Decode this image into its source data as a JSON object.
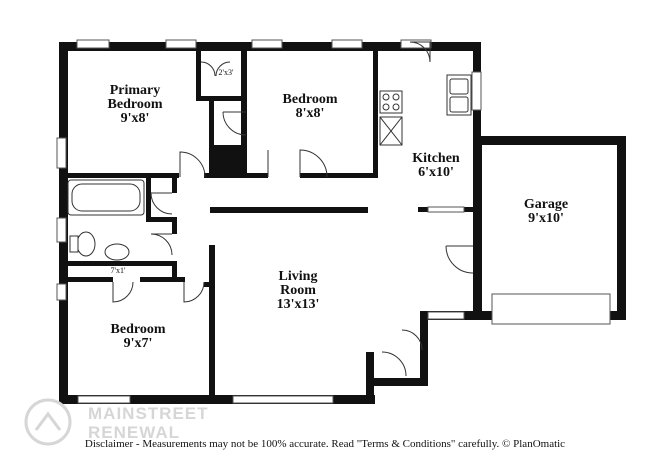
{
  "rooms": {
    "primary_bedroom": {
      "name_line1": "Primary",
      "name_line2": "Bedroom",
      "size": "9'x8'"
    },
    "bedroom_top": {
      "name": "Bedroom",
      "size": "8'x8'"
    },
    "kitchen": {
      "name": "Kitchen",
      "size": "6'x10'"
    },
    "garage": {
      "name": "Garage",
      "size": "9'x10'"
    },
    "living_room": {
      "name_line1": "Living",
      "name_line2": "Room",
      "size": "13'x13'"
    },
    "bedroom_bottom": {
      "name": "Bedroom",
      "size": "9'x7'"
    }
  },
  "closets": {
    "primary_closet": "2'x3'",
    "hall_closet": "7'x1'"
  },
  "watermark": {
    "line1": "MAINSTREET",
    "line2": "RENEWAL"
  },
  "disclaimer": "Disclaimer - Measurements may not be 100% accurate. Read \"Terms & Conditions\" carefully. © PlanOmatic",
  "colors": {
    "wall": "#111111",
    "window": "#cccccc",
    "watermark": "#d6d6d6"
  }
}
